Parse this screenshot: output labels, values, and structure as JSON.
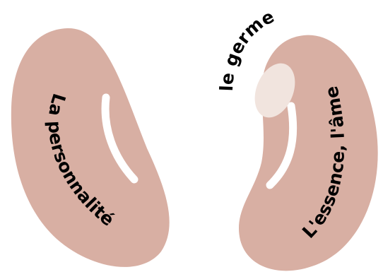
{
  "labels": {
    "left_bean": "La personnalité",
    "germ": "le germe",
    "right_bean": "L'essence, l'âme"
  },
  "colors": {
    "bean": "#d8afa3",
    "germ": "#f1e4de",
    "highlight": "#ffffff",
    "text": "#000000",
    "background": "#ffffff"
  }
}
